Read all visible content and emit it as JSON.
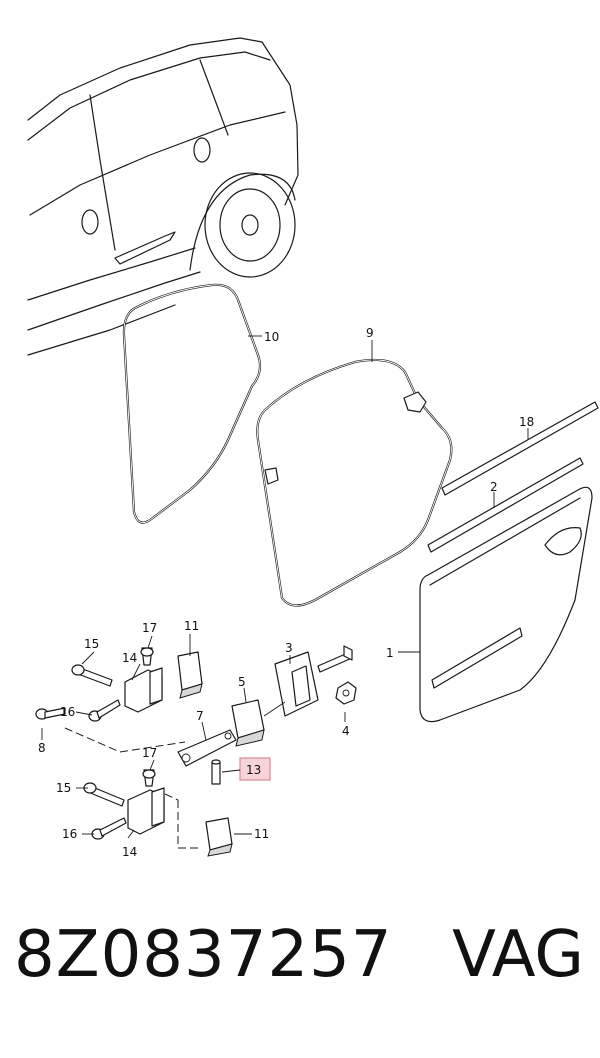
{
  "callouts": {
    "c1": "1",
    "c2": "2",
    "c3": "3",
    "c4": "4",
    "c5": "5",
    "c7": "7",
    "c8": "8",
    "c9": "9",
    "c10": "10",
    "c11a": "11",
    "c11b": "11",
    "c13": "13",
    "c14a": "14",
    "c14b": "14",
    "c15a": "15",
    "c15b": "15",
    "c16a": "16",
    "c16b": "16",
    "c17a": "17",
    "c17b": "17",
    "c18": "18"
  },
  "highlight": {
    "callout": "13",
    "color": "#f6d4d8",
    "border": "#d98a95"
  },
  "footer": {
    "part_number": "8Z0837257",
    "brand": "VAG"
  }
}
